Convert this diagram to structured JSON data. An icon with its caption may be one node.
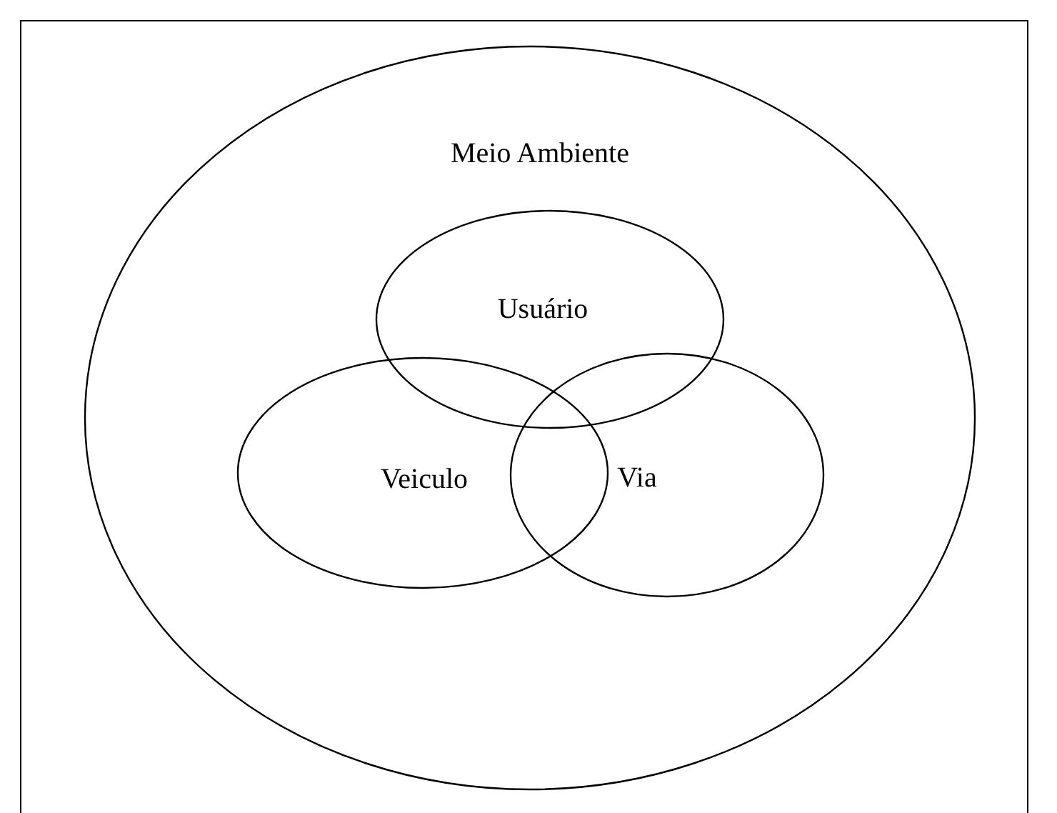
{
  "diagram": {
    "nodes": [
      {
        "text": [
          "Meio Ambiente"
        ]
      },
      {
        "text": [
          "Usuário"
        ],
        "in": 0
      },
      {
        "text": [
          "Veiculo"
        ],
        "in": 0
      },
      {
        "text": [
          "Via"
        ],
        "in": 0
      }
    ]
  }
}
